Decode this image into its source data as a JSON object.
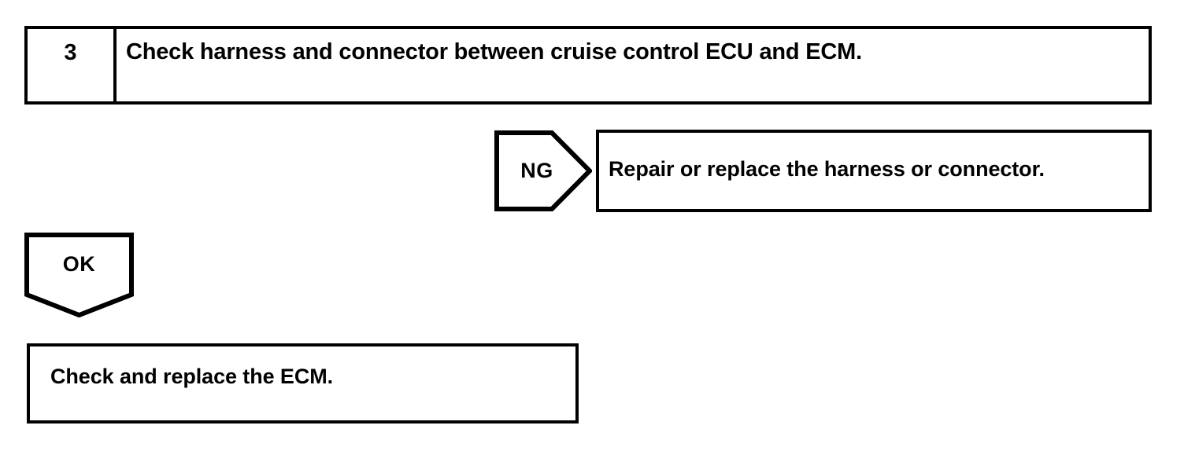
{
  "document": {
    "type": "troubleshooting-flowchart",
    "ink_color": "#000000",
    "background_color": "#ffffff"
  },
  "step": {
    "number": "3",
    "instruction": "Check harness and connector between cruise control ECU and ECM."
  },
  "branches": {
    "ng": {
      "label": "NG",
      "action": "Repair or replace the harness or connector."
    },
    "ok": {
      "label": "OK",
      "action": "Check and replace the ECM."
    }
  }
}
